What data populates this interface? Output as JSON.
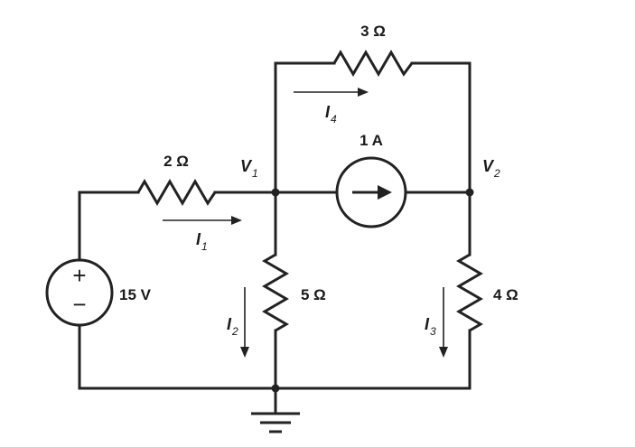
{
  "components": {
    "r_2": "2 Ω",
    "r_3": "3 Ω",
    "r_5": "5 Ω",
    "r_4": "4 Ω",
    "source_current": "1 A",
    "source_voltage": "15 V",
    "source_voltage_plus": "+",
    "source_voltage_minus": "−"
  },
  "nodes": {
    "v1": {
      "symbol": "V",
      "sub": "1"
    },
    "v2": {
      "symbol": "V",
      "sub": "2"
    }
  },
  "currents": {
    "i1": {
      "symbol": "I",
      "sub": "1"
    },
    "i2": {
      "symbol": "I",
      "sub": "2"
    },
    "i3": {
      "symbol": "I",
      "sub": "3"
    },
    "i4": {
      "symbol": "I",
      "sub": "4"
    }
  }
}
